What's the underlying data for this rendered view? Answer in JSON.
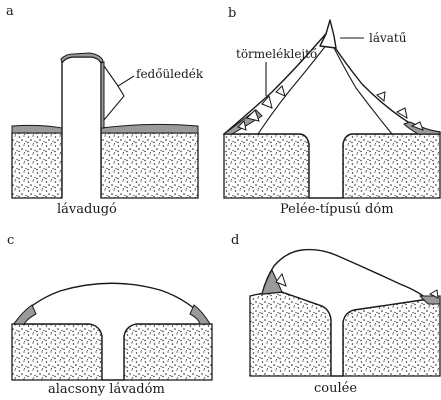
{
  "panels": {
    "a": {
      "letter": "a",
      "caption": "lávadugó",
      "annotation": "fedőüledék"
    },
    "b": {
      "letter": "b",
      "caption": "Pelée-típusú dóm",
      "annotation_spine": "lávatű",
      "annotation_debris": "törmeléklejtő"
    },
    "c": {
      "letter": "c",
      "caption": "alacsony lávadóm"
    },
    "d": {
      "letter": "d",
      "caption": "coulée"
    }
  },
  "colors": {
    "ink": "#1a1a1a",
    "rock_fill": "stippled",
    "cover_fill": "#9a9a9a",
    "background": "#ffffff"
  }
}
